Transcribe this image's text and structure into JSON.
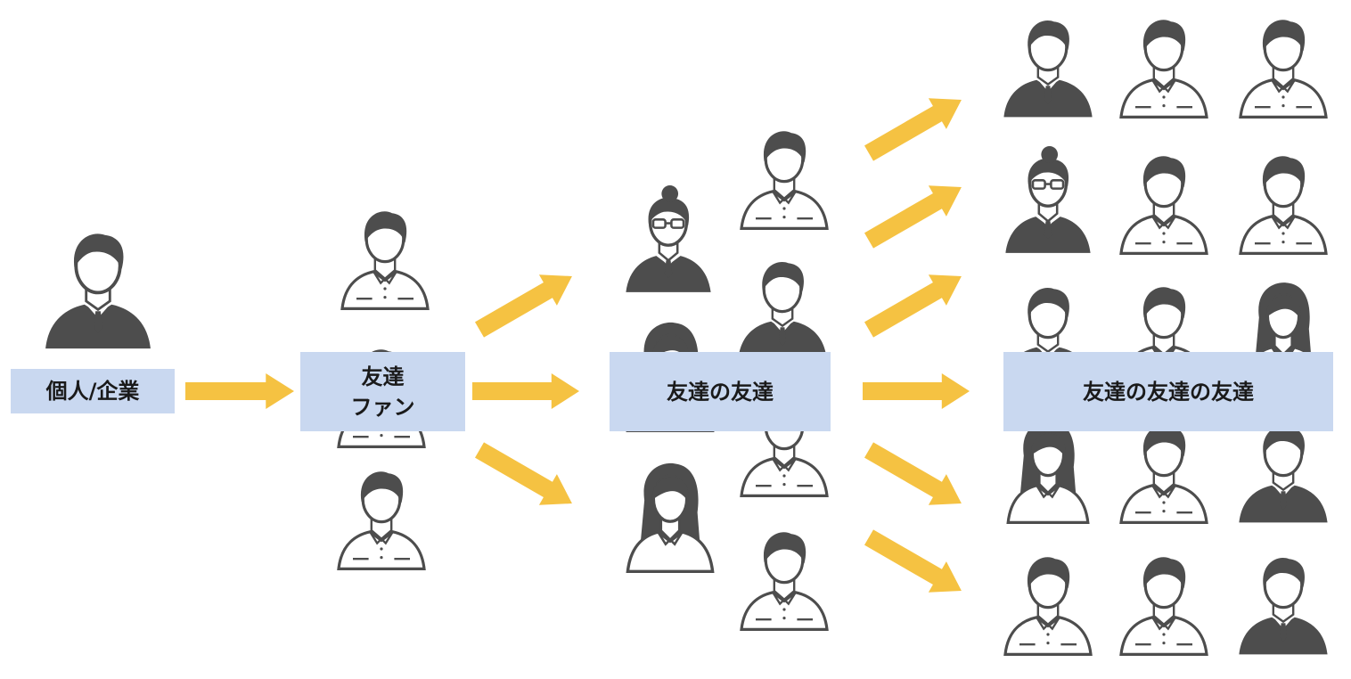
{
  "labels": {
    "origin": "個人/企業",
    "friends_line1": "友達",
    "friends_line2": "ファン",
    "friends_of_friends": "友達の友達",
    "friends_of_friends_of_friends": "友達の友達の友達"
  },
  "colors": {
    "arrow": "#f5c242",
    "person": "#4d4d4d",
    "label_bg": "#c9d8f0",
    "background": "#ffffff"
  },
  "icons": {
    "person": "person-avatar-icon",
    "arrow": "arrow-right-icon"
  }
}
